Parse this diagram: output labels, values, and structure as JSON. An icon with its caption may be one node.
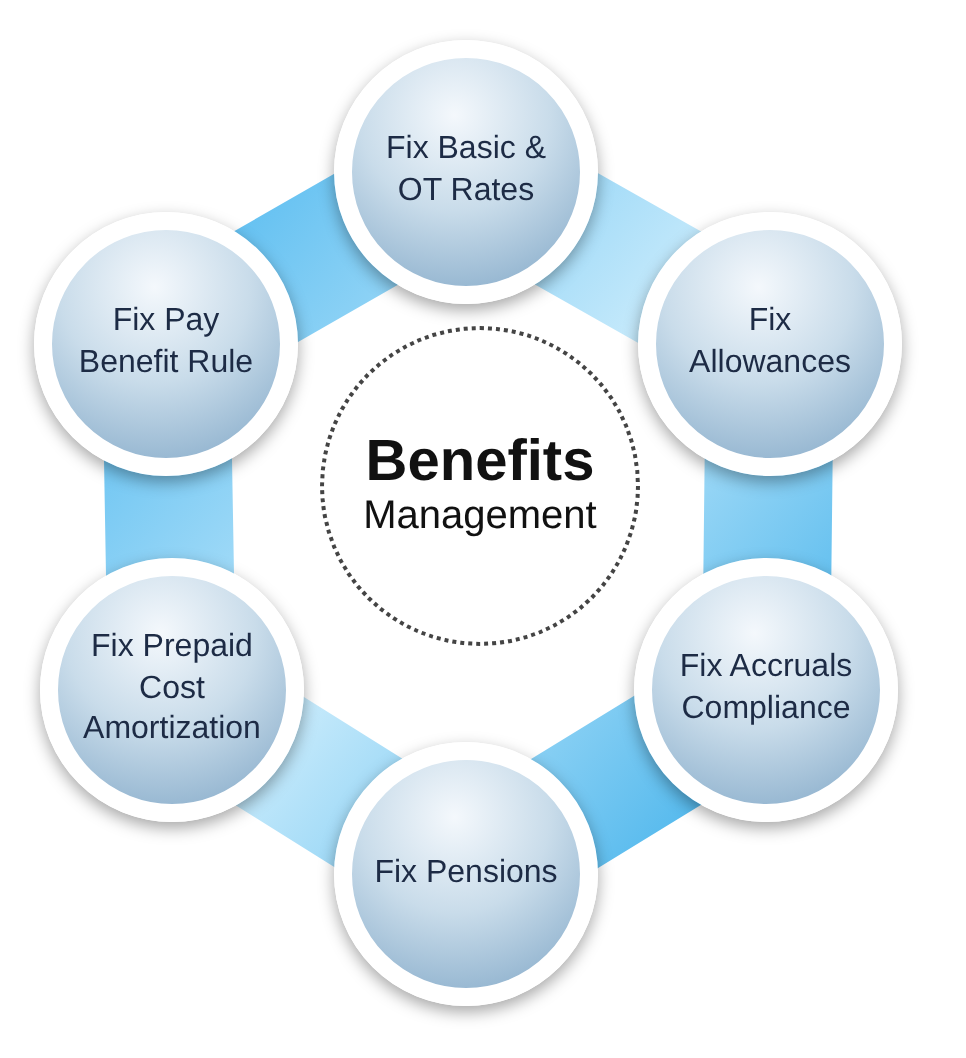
{
  "diagram": {
    "nodes": [
      {
        "text": [
          "Fix Basic & OT Rates"
        ]
      },
      {
        "text": [
          "Fix Pay Benefit Rule"
        ]
      },
      {
        "text": [
          "Fix Allowances"
        ]
      },
      {
        "text": [
          "Benefits",
          "Management"
        ]
      },
      {
        "text": [
          "Fix Prepaid Cost Amortization"
        ]
      },
      {
        "text": [
          "Fix Accruals Compliance"
        ]
      },
      {
        "text": [
          "Fix Pensions"
        ]
      }
    ]
  }
}
